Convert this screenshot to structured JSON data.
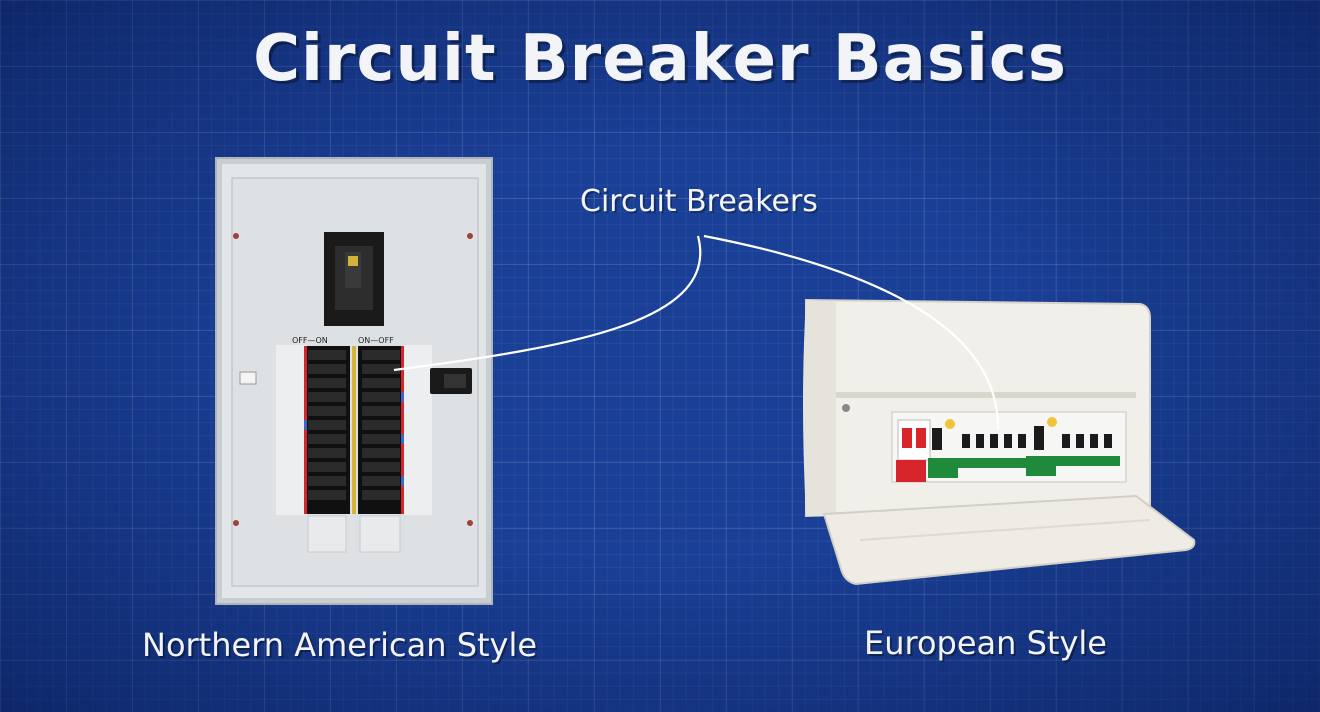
{
  "title": "Circuit Breaker Basics",
  "callout_label": "Circuit Breakers",
  "panels": {
    "left_caption": "Northern American Style",
    "right_caption": "European Style",
    "na_labels": {
      "left_header": "OFF—ON",
      "right_header": "ON—OFF"
    }
  },
  "colors": {
    "background": "#1a3f96",
    "grid": "#ffffff",
    "panel": "#dfe3e6",
    "breaker": "#1b1b1b",
    "consumer_unit": "#f1efe9",
    "isolator_red": "#d8252b",
    "label_green": "#1f8a3b"
  }
}
